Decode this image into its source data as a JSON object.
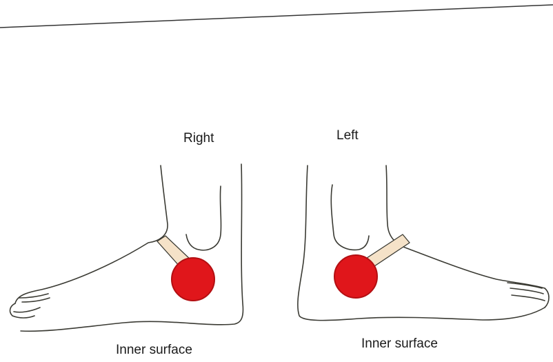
{
  "labels": {
    "right_foot": "Right",
    "left_foot": "Left",
    "right_surface": "Inner surface",
    "left_surface": "Inner surface"
  },
  "colors": {
    "marker": "#e0161b",
    "marker_outline": "#b30f12",
    "strap": "#f5e2c8",
    "outline": "#3a3a33"
  },
  "markers": [
    {
      "foot": "right",
      "description": "red dot on inner ankle"
    },
    {
      "foot": "left",
      "description": "red dot on inner ankle"
    }
  ]
}
